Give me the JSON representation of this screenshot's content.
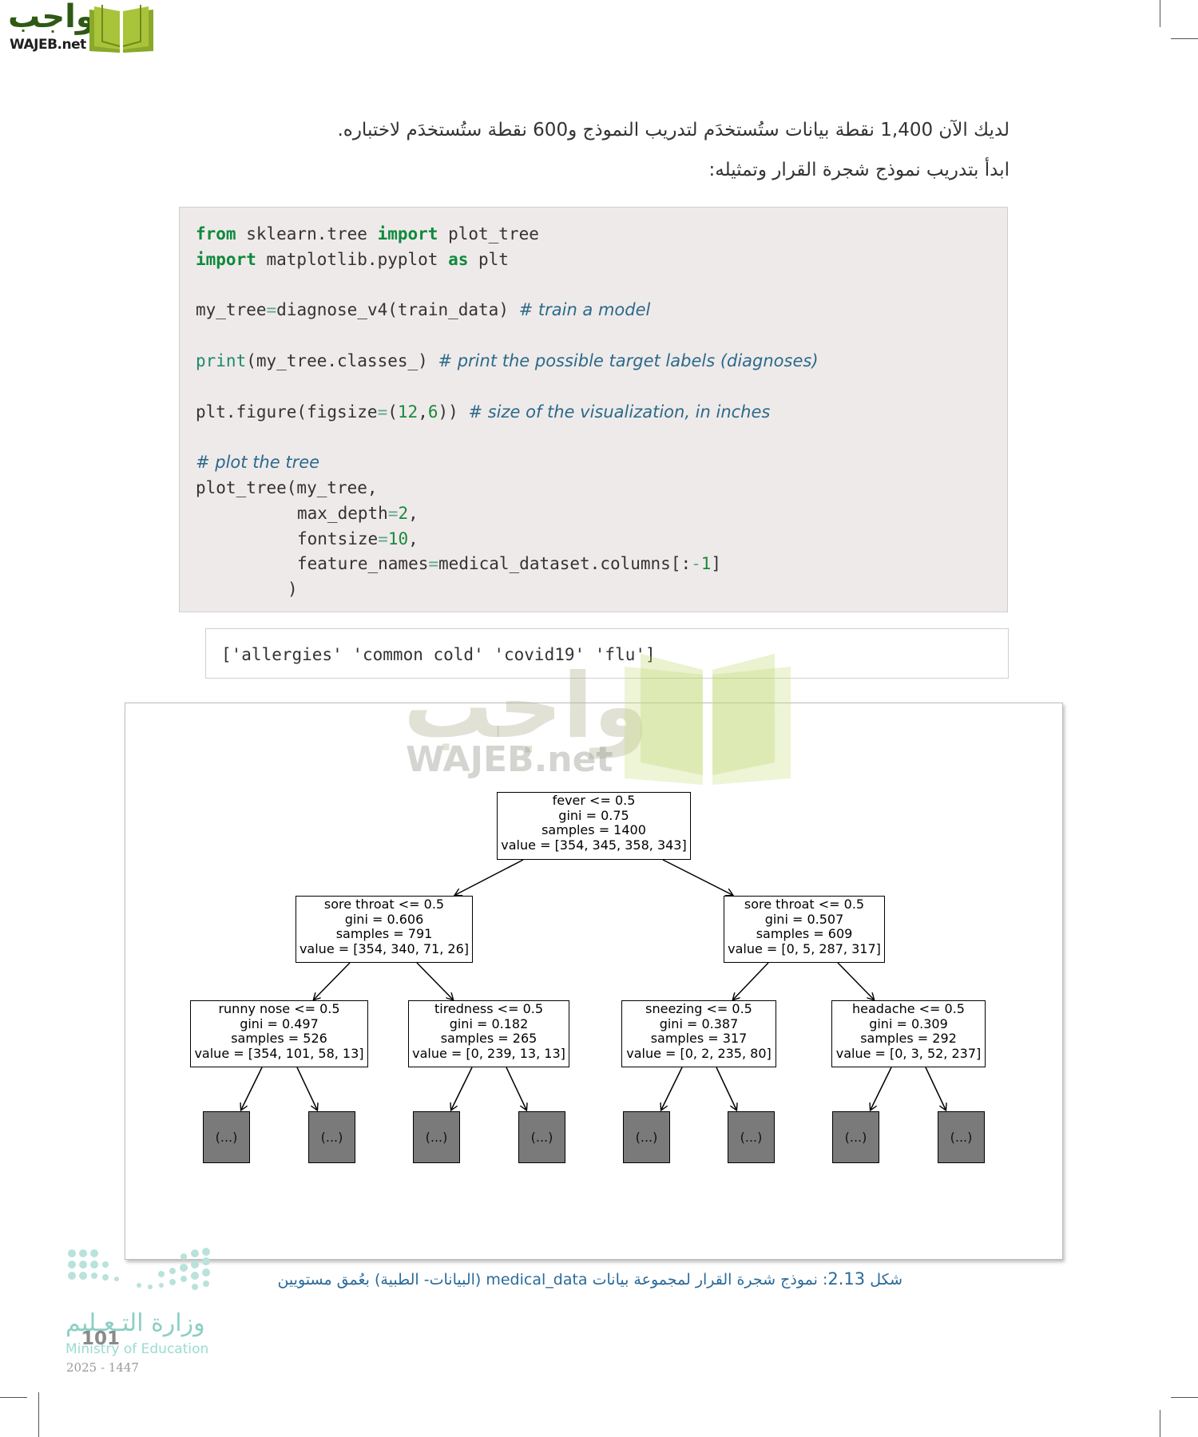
{
  "header": {
    "logo_ar": "واجب",
    "logo_en": "WAJEB.net"
  },
  "intro": {
    "para1": "لديك الآن 1,400 نقطة بيانات ستُستخدَم لتدريب النموذج و600 نقطة ستُستخدَم لاختباره.",
    "para2": "ابدأ بتدريب نموذج شجرة القرار وتمثيله:"
  },
  "code": {
    "l1_kw1": "from",
    "l1_t1": " sklearn.tree ",
    "l1_kw2": "import",
    "l1_t2": " plot_tree",
    "l2_kw1": "import",
    "l2_t1": " matplotlib.pyplot ",
    "l2_kw2": "as",
    "l2_t2": " plt",
    "l3_t1": "my_tree",
    "l3_op": "=",
    "l3_t2": "diagnose_v4(train_data) ",
    "l3_cm": "# train a model",
    "l4_fn": "print",
    "l4_t1": "(my_tree.classes_) ",
    "l4_cm": "# print the possible target labels (diagnoses)",
    "l5_t1": "plt.figure(figsize",
    "l5_op": "=",
    "l5_t2": "(",
    "l5_n1": "12",
    "l5_t3": ",",
    "l5_n2": "6",
    "l5_t4": ")) ",
    "l5_cm": "# size of the visualization, in inches",
    "l6_cm": "# plot the tree",
    "l7_t1": "plot_tree(my_tree,",
    "l8_t1": "max_depth",
    "l8_op": "=",
    "l8_n": "2",
    "l8_t2": ",",
    "l9_t1": "fontsize",
    "l9_op": "=",
    "l9_n": "10",
    "l9_t2": ",",
    "l10_t1": "feature_names",
    "l10_op": "=",
    "l10_t2": "medical_dataset.columns[:",
    "l10_op2": "-",
    "l10_n": "1",
    "l10_t3": "]",
    "l11_t1": ")"
  },
  "output": {
    "text": "['allergies' 'common cold' 'covid19' 'flu']"
  },
  "watermark": {
    "ar": "واجب",
    "en": "WAJEB.net"
  },
  "tree": {
    "root": {
      "l1": "fever <= 0.5",
      "l2": "gini = 0.75",
      "l3": "samples = 1400",
      "l4": "value = [354, 345, 358, 343]"
    },
    "left": {
      "l1": "sore throat <= 0.5",
      "l2": "gini = 0.606",
      "l3": "samples = 791",
      "l4": "value = [354, 340, 71, 26]"
    },
    "right": {
      "l1": "sore throat <= 0.5",
      "l2": "gini = 0.507",
      "l3": "samples = 609",
      "l4": "value = [0, 5, 287, 317]"
    },
    "ll": {
      "l1": "runny nose <= 0.5",
      "l2": "gini = 0.497",
      "l3": "samples = 526",
      "l4": "value = [354, 101, 58, 13]"
    },
    "lr": {
      "l1": "tiredness <= 0.5",
      "l2": "gini = 0.182",
      "l3": "samples = 265",
      "l4": "value = [0, 239, 13, 13]"
    },
    "rl": {
      "l1": "sneezing <= 0.5",
      "l2": "gini = 0.387",
      "l3": "samples = 317",
      "l4": "value = [0, 2, 235, 80]"
    },
    "rr": {
      "l1": "headache <= 0.5",
      "l2": "gini = 0.309",
      "l3": "samples = 292",
      "l4": "value = [0, 3, 52, 237]"
    },
    "leaf_label": "(...)"
  },
  "caption": {
    "prefix": "شكل ",
    "number": "2.13",
    "text": ": نموذج شجرة القرار لمجموعة بيانات ",
    "dataset": "medical_data",
    "suffix": " (البيانات- الطبية) بعُمق مستويين"
  },
  "footer": {
    "ministry_ar": "وزارة التـعـليم",
    "ministry_en": "Ministry of Education",
    "year": "2025 - 1447",
    "page_number": "101"
  },
  "colors": {
    "logo_green": "#2e5a14",
    "code_bg": "#efeaea",
    "keyword": "#0e8a3c",
    "comment": "#2a6a8a",
    "caption": "#2a6a9a",
    "leaf_fill": "#7a7a7a"
  }
}
